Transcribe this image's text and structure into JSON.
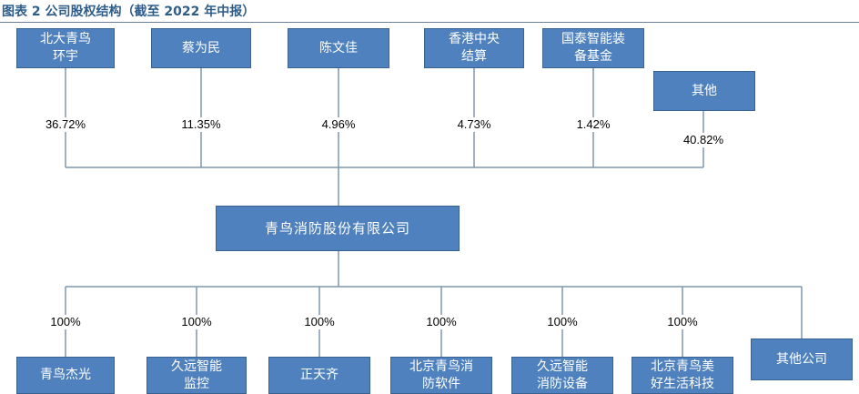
{
  "title": "图表 2 公司股权结构（截至 2022 年中报）",
  "company": "青鸟消防股份有限公司",
  "shareholders": [
    {
      "name": "北大青鸟\n环宇",
      "share": "36.72%"
    },
    {
      "name": "蔡为民",
      "share": "11.35%"
    },
    {
      "name": "陈文佳",
      "share": "4.96%"
    },
    {
      "name": "香港中央\n结算",
      "share": "4.73%"
    },
    {
      "name": "国泰智能装\n备基金",
      "share": "1.42%"
    },
    {
      "name": "其他",
      "share": "40.82%"
    }
  ],
  "subsidiaries": [
    {
      "name": "青鸟杰光",
      "share": "100%"
    },
    {
      "name": "久远智能\n监控",
      "share": "100%"
    },
    {
      "name": "正天齐",
      "share": "100%"
    },
    {
      "name": "北京青鸟消\n防软件",
      "share": "100%"
    },
    {
      "name": "久远智能\n消防设备",
      "share": "100%"
    },
    {
      "name": "北京青鸟美\n好生活科技",
      "share": "100%"
    },
    {
      "name": "其他公司",
      "share": ""
    }
  ]
}
